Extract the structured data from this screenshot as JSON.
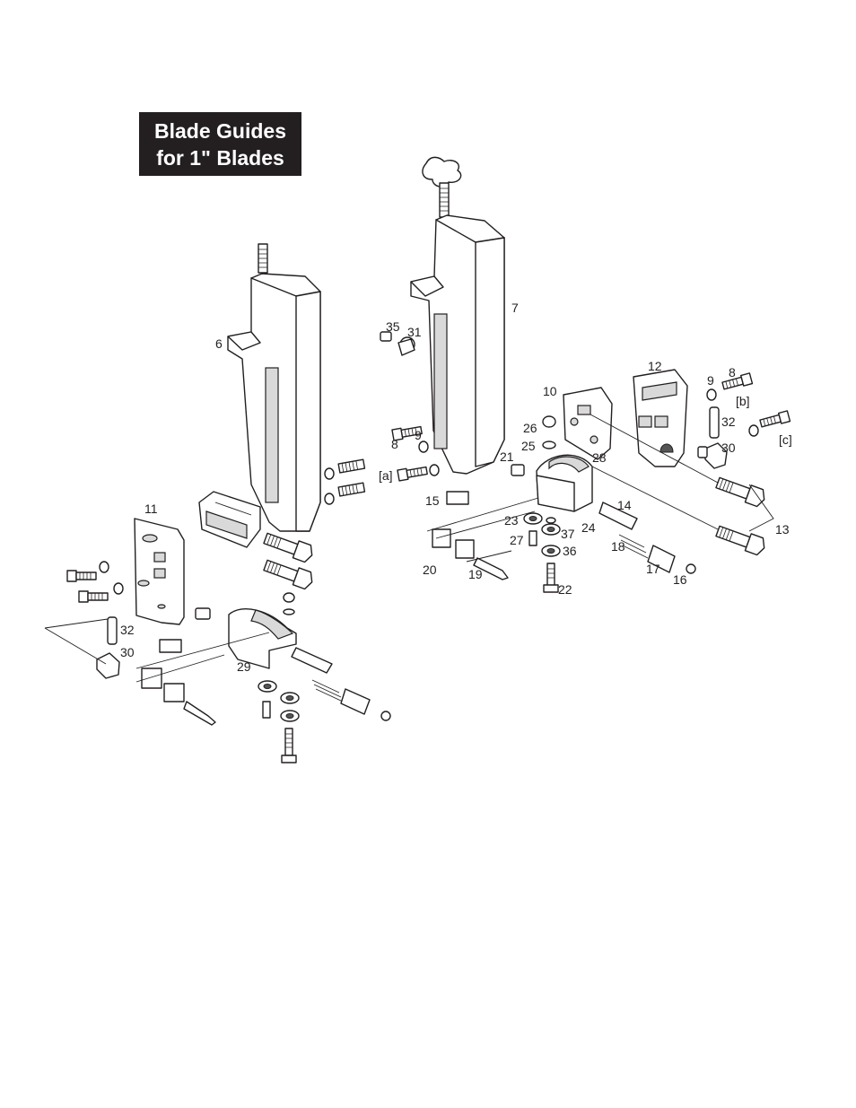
{
  "title": {
    "line1": "Blade Guides",
    "line2": "for 1\" Blades"
  },
  "callouts": {
    "n6": "6",
    "n7": "7",
    "n8a": "8",
    "n8b": "8",
    "n9a": "9",
    "n9b": "9",
    "n10": "10",
    "n11": "11",
    "n12": "12",
    "n13": "13",
    "n14": "14",
    "n15": "15",
    "n16": "16",
    "n17": "17",
    "n18": "18",
    "n19": "19",
    "n20": "20",
    "n21": "21",
    "n22": "22",
    "n23": "23",
    "n24": "24",
    "n25": "25",
    "n26": "26",
    "n27": "27",
    "n28": "28",
    "n29": "29",
    "n30a": "30",
    "n30b": "30",
    "n31": "31",
    "n32a": "32",
    "n32b": "32",
    "n35": "35",
    "n36": "36",
    "n37": "37",
    "ra": "[a]",
    "rb": "[b]",
    "rc": "[c]"
  }
}
